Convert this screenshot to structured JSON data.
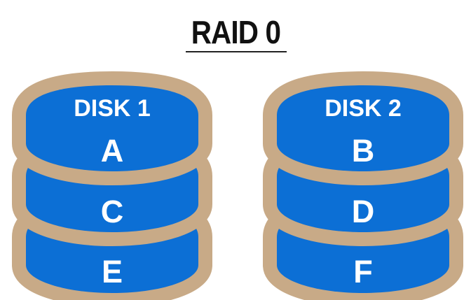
{
  "title": "RAID 0",
  "colors": {
    "platter_fill": "#0C6FD5",
    "platter_outline": "#C8AA87",
    "label_text": "#FFFFFF",
    "title_text": "#111111"
  },
  "disks": [
    {
      "label": "DISK 1",
      "blocks": [
        "A",
        "C",
        "E"
      ]
    },
    {
      "label": "DISK 2",
      "blocks": [
        "B",
        "D",
        "F"
      ]
    }
  ]
}
